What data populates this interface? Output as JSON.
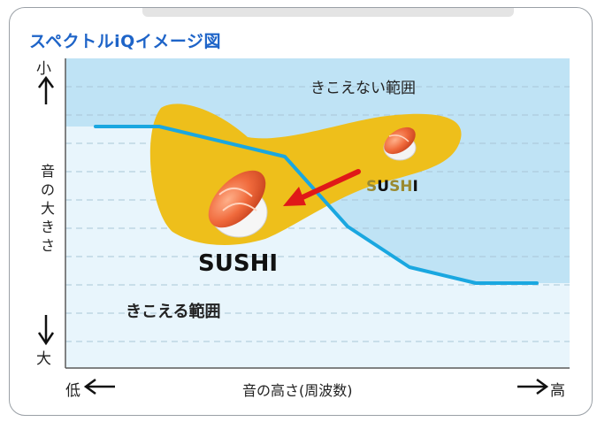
{
  "title": "スペクトルiQイメージ図",
  "y_axis": {
    "top": "小",
    "bottom": "大",
    "label": "音の大きさ"
  },
  "x_axis": {
    "left": "低",
    "right": "高",
    "label": "音の高さ(周波数)"
  },
  "regions": {
    "inaudible": "きこえない範囲",
    "audible": "きこえる範囲"
  },
  "sushi_big": "SUSHI",
  "sushi_small": {
    "s": "S",
    "u": "U",
    "sh": "SH",
    "i": "I"
  },
  "colors": {
    "title": "#1e64c8",
    "inaudible_bg": "#bfe3f5",
    "audible_bg": "#e8f5fc",
    "threshold_line": "#1aa7e0",
    "speech_banana": "#eebf1b",
    "arrow": "#e01818"
  },
  "icons": [
    "up-arrow-icon",
    "down-arrow-icon",
    "left-arrow-icon",
    "right-arrow-icon",
    "sushi-icon"
  ]
}
